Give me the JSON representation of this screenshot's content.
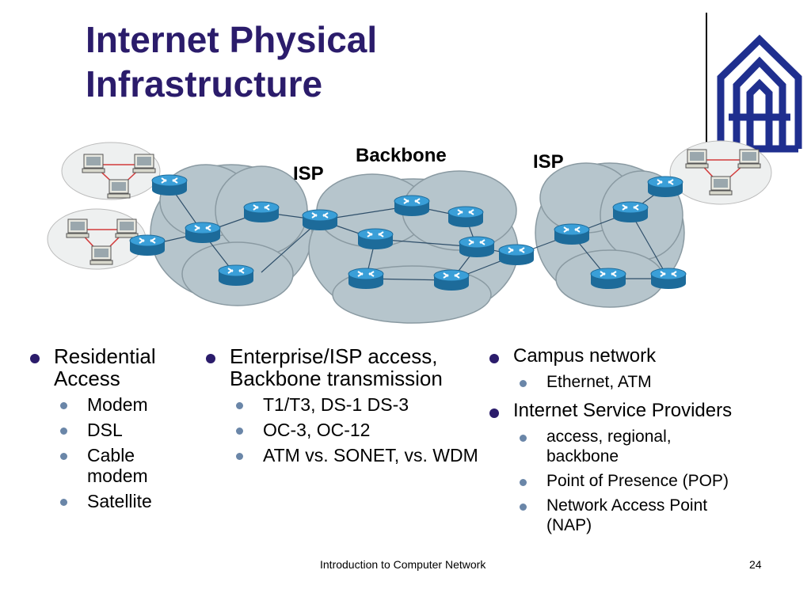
{
  "slide": {
    "title_line1": "Internet Physical",
    "title_line2": "Infrastructure",
    "footer_text": "Introduction to Computer Network",
    "page_number": "24"
  },
  "diagram": {
    "label_backbone": "Backbone",
    "label_isp_left": "ISP",
    "label_isp_right": "ISP",
    "cloud_color": "#b6c5cc",
    "router_color": "#2c8ac4"
  },
  "columns": [
    {
      "items": [
        {
          "text": "Residential Access",
          "sub": [
            "Modem",
            "DSL",
            "Cable modem",
            "Satellite"
          ]
        }
      ]
    },
    {
      "items": [
        {
          "text": "Enterprise/ISP access, Backbone transmission",
          "sub": [
            "T1/T3, DS-1 DS-3",
            "OC-3, OC-12",
            "ATM vs. SONET, vs. WDM"
          ]
        }
      ]
    },
    {
      "items": [
        {
          "text": "Campus network",
          "sub": [
            "Ethernet, ATM"
          ]
        },
        {
          "text": "Internet Service Providers",
          "sub": [
            "access, regional, backbone",
            "Point of Presence (POP)",
            "Network Access Point (NAP)"
          ]
        }
      ]
    }
  ]
}
